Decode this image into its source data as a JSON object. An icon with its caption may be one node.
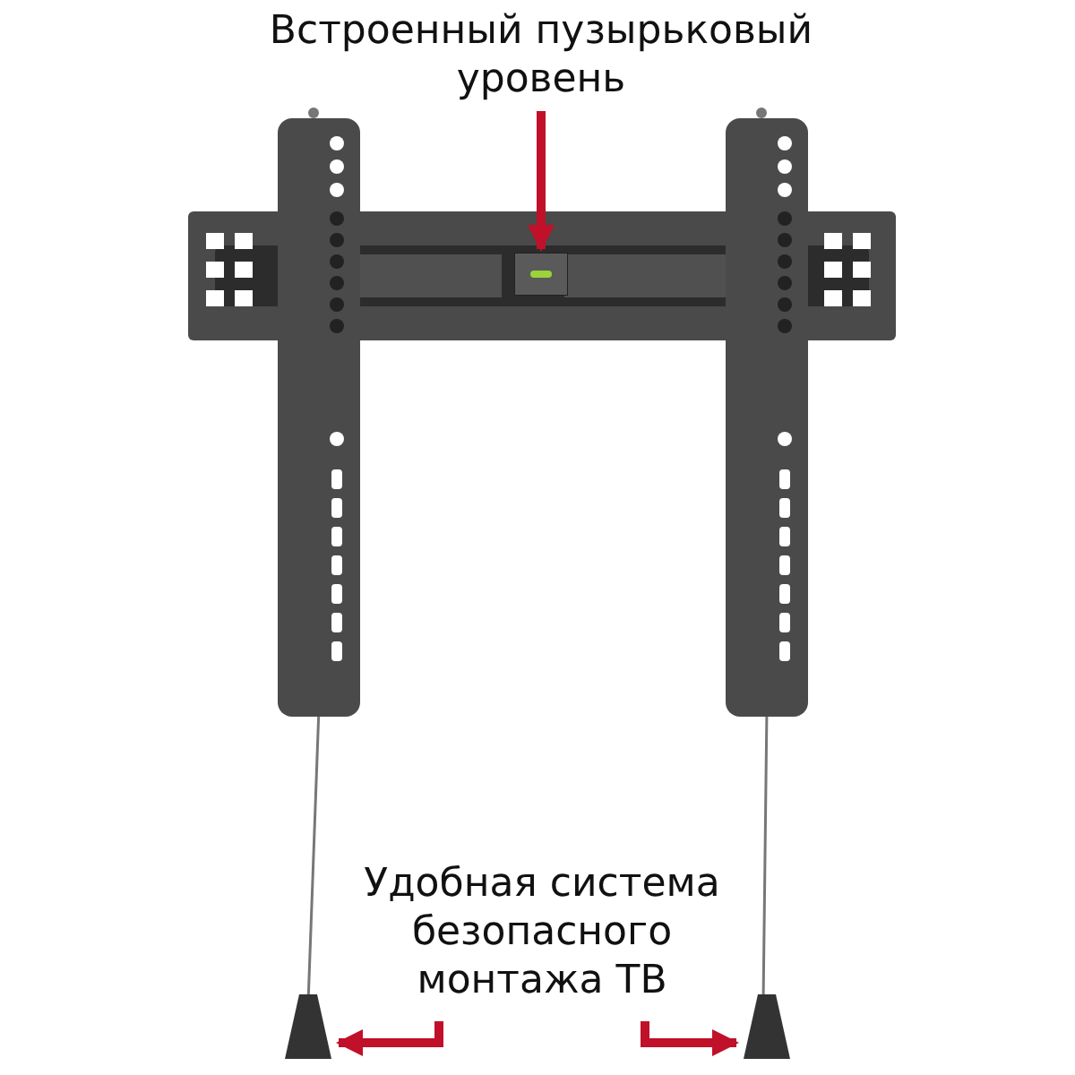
{
  "diagram": {
    "nodes": [
      {
        "text": [
          "Встроенный пузырьковый уровень"
        ]
      },
      {
        "text": [],
        "shape": "picture"
      },
      {
        "text": [
          "Удобная система безопасного монтажа ТВ"
        ]
      },
      {
        "text": [],
        "shape": "picture"
      },
      {
        "text": [],
        "shape": "picture"
      }
    ],
    "edges": [
      {
        "from": 0,
        "to": 1,
        "arrow": "to"
      },
      {
        "from": 2,
        "to": 3,
        "arrow": "to"
      },
      {
        "from": 2,
        "to": 4,
        "arrow": "to"
      }
    ]
  }
}
